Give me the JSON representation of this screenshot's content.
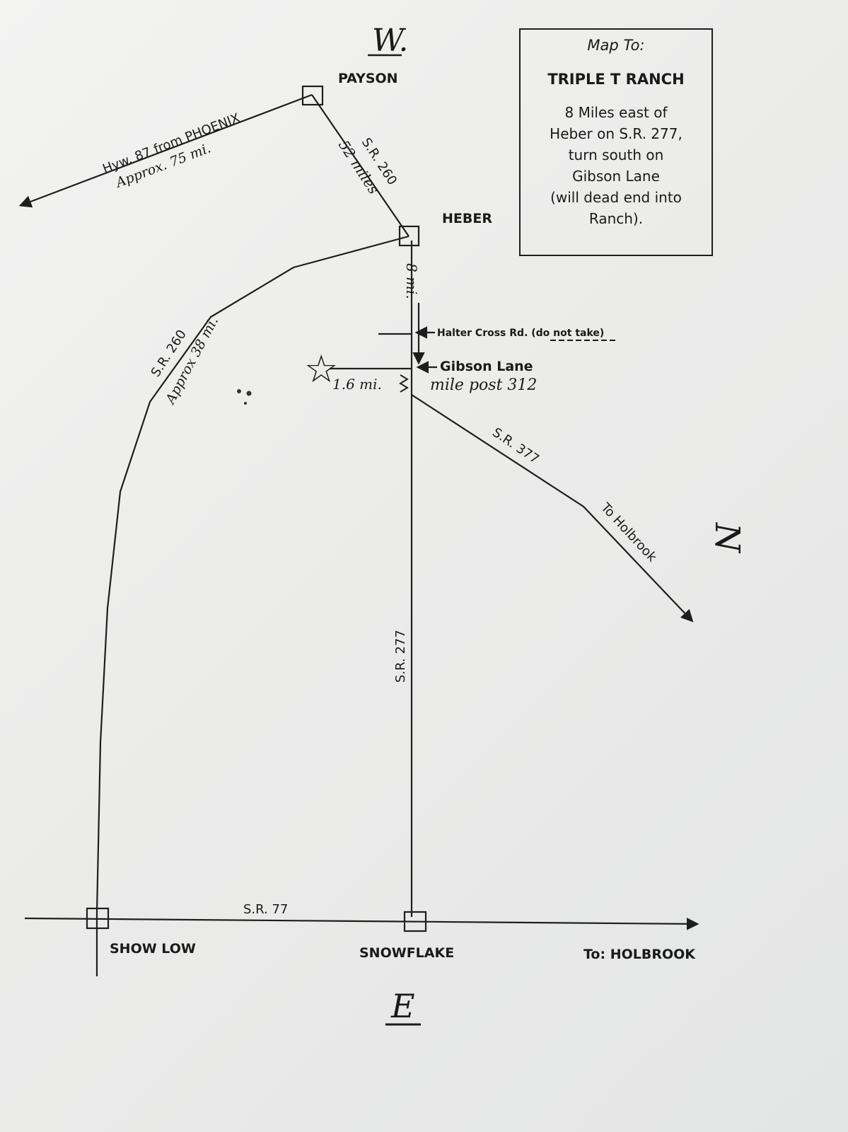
{
  "compass": {
    "west": "W.",
    "east": "E",
    "north": "N"
  },
  "info_box": {
    "heading": "Map To:",
    "title": "TRIPLE T RANCH",
    "lines": [
      "8 Miles east of",
      "Heber on S.R. 277,",
      "turn south on",
      "Gibson Lane",
      "(will dead end into",
      "Ranch)."
    ]
  },
  "towns": {
    "payson": "PAYSON",
    "heber": "HEBER",
    "show_low": "SHOW LOW",
    "snowflake": "SNOWFLAKE",
    "holbrook": "To:  HOLBROOK"
  },
  "roads": {
    "hwy87": "Hyw. 87 from PHOENIX",
    "hwy87_distance": "Approx. 75 mi.",
    "sr260_top": "S.R. 260",
    "sr260_top_distance": "52 miles",
    "heber_to_gibson_distance": "8 mi.",
    "sr260_west": "S.R. 260",
    "sr260_west_distance": "Approx 38 mi.",
    "sr277": "S.R. 277",
    "sr377": "S.R. 377",
    "sr377_dest": "To Holbrook",
    "sr77": "S.R. 77"
  },
  "landmarks": {
    "halter": "Halter Cross Rd. (do not take)",
    "gibson": "Gibson Lane",
    "milepost": "mile post 312",
    "gibson_distance": "1.6 mi.",
    "ranch_marker": "☆"
  }
}
